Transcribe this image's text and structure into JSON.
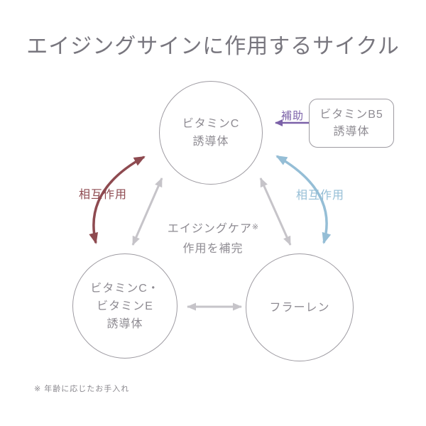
{
  "title": "エイジングサインに作用するサイクル",
  "nodes": {
    "vitamin_c": {
      "line1": "ビタミンC",
      "line2": "誘導体"
    },
    "vitamin_c_e": {
      "line1": "ビタミンC・",
      "line2": "ビタミンE",
      "line3": "誘導体"
    },
    "fullerene": {
      "label": "フラーレン"
    },
    "vitamin_b5": {
      "line1": "ビタミンB5",
      "line2": "誘導体"
    }
  },
  "labels": {
    "assist": "補助",
    "interaction_left": "相互作用",
    "interaction_right": "相互作用",
    "center_line1": "エイジングケア",
    "center_ref_mark": "※",
    "center_line2": "作用を補完",
    "footnote": "※ 年齢に応じたお手入れ"
  },
  "colors": {
    "background": "#ffffff",
    "title_text": "#78767e",
    "node_text": "#8e8b92",
    "node_border": "#9e9ba2",
    "gray_arrow": "#c6c4c9",
    "red_arrow": "#8e4a50",
    "blue_arrow": "#95bed6",
    "purple_arrow": "#7b61a8",
    "footnote_text": "#8a888e"
  }
}
